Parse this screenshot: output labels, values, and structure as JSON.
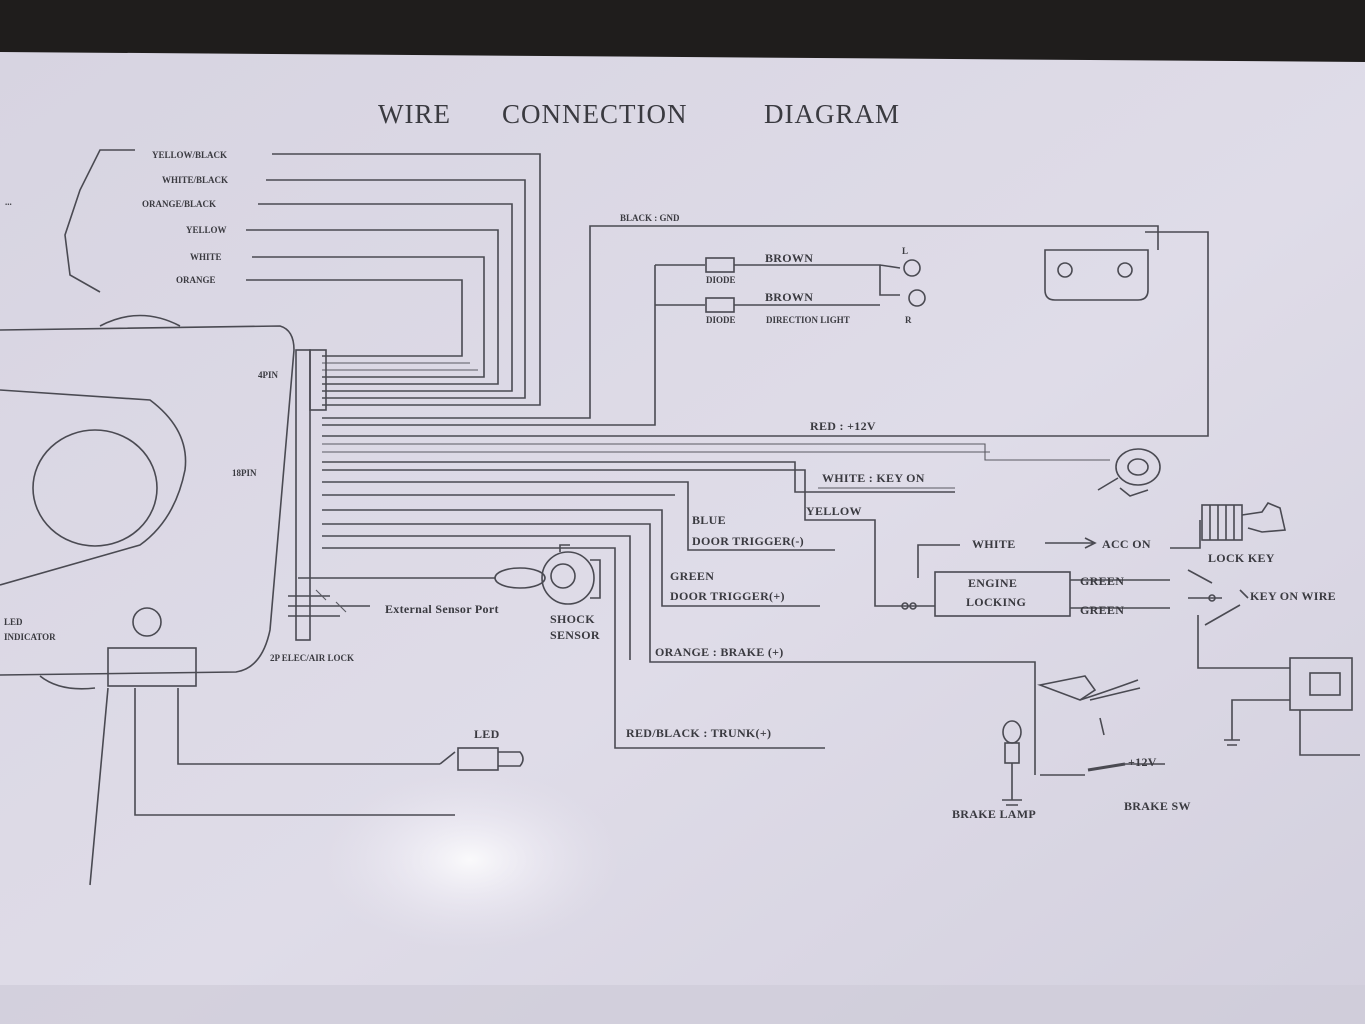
{
  "title": {
    "word1": "WIRE",
    "word2": "CONNECTION",
    "word3": "DIAGRAM"
  },
  "top_wires": [
    "YELLOW/BLACK",
    "WHITE/BLACK",
    "ORANGE/BLACK",
    "YELLOW",
    "WHITE",
    "ORANGE"
  ],
  "labels": {
    "black_gnd": "BLACK : GND",
    "brown1": "BROWN",
    "brown2": "BROWN",
    "diode1": "DIODE",
    "diode2": "DIODE",
    "direction_light": "DIRECTION LIGHT",
    "l_marker": "L",
    "r_marker": "R",
    "red_12v": "RED : +12V",
    "white_key_on": "WHITE : KEY ON",
    "yellow": "YELLOW",
    "blue": "BLUE",
    "door_trigger_neg": "DOOR TRIGGER(-)",
    "green": "GREEN",
    "door_trigger_pos": "DOOR TRIGGER(+)",
    "white_acc": "WHITE",
    "acc_on": "ACC ON",
    "engine": "ENGINE",
    "locking": "LOCKING",
    "green_a": "GREEN",
    "green_b": "GREEN",
    "lock_key": "LOCK KEY",
    "key_on_wire": "KEY ON WIRE",
    "external_sensor_port": "External Sensor Port",
    "shock": "SHOCK",
    "sensor": "SENSOR",
    "orange_brake": "ORANGE : BRAKE (+)",
    "red_black_trunk": "RED/BLACK : TRUNK(+)",
    "led": "LED",
    "plus_12v": "+12V",
    "brake_lamp": "BRAKE LAMP",
    "brake_sw": "BRAKE SW",
    "pin_label_top": "4PIN",
    "pin_label_mid": "18PIN",
    "lock_indicator": "LED",
    "unlock_indicator": "INDICATOR"
  },
  "colors": {
    "paper": "#dcd9e5",
    "ink": "#4a4a52",
    "background": "#1f1d1c"
  }
}
